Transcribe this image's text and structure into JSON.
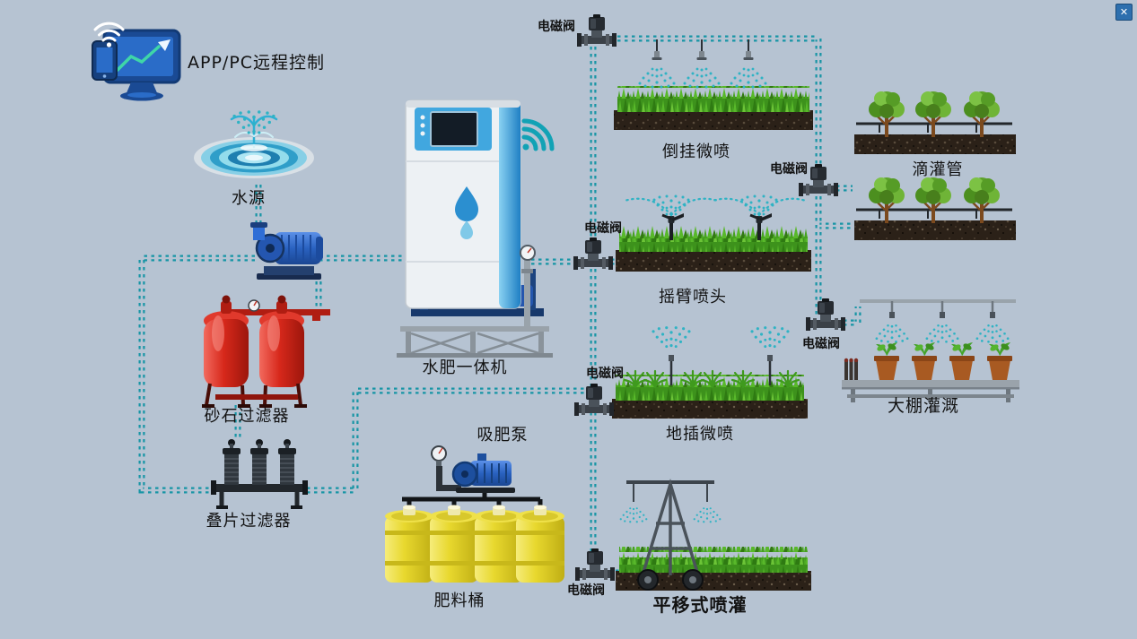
{
  "window": {
    "background_color": "#b6c3d2",
    "close_icon": "✕"
  },
  "colors": {
    "pipe_teal": "#1795a5",
    "machine_blue": "#2b8fd0",
    "tank_red": "#d7281b",
    "barrel_yellow": "#e8d82e",
    "grass_green": "#46a21f"
  },
  "nodes": {
    "remote_control": {
      "label": "APP/PC远程控制"
    },
    "water_source": {
      "label": "水源"
    },
    "sand_filter": {
      "label": "砂石过滤器"
    },
    "disc_filter": {
      "label": "叠片过滤器"
    },
    "fertigation_machine": {
      "label": "水肥一体机"
    },
    "suction_pump": {
      "label": "吸肥泵"
    },
    "fertilizer_barrels": {
      "label": "肥料桶"
    },
    "solenoid_valve": {
      "label": "电磁阀"
    },
    "inverted_micro_spray": {
      "label": "倒挂微喷"
    },
    "rocker_arm_sprinkler": {
      "label": "摇臂喷头"
    },
    "ground_micro_spray": {
      "label": "地插微喷"
    },
    "lateral_move_irrigator": {
      "label": "平移式喷灌"
    },
    "drip_line": {
      "label": "滴灌管"
    },
    "greenhouse_irrigation": {
      "label": "大棚灌溉"
    }
  }
}
